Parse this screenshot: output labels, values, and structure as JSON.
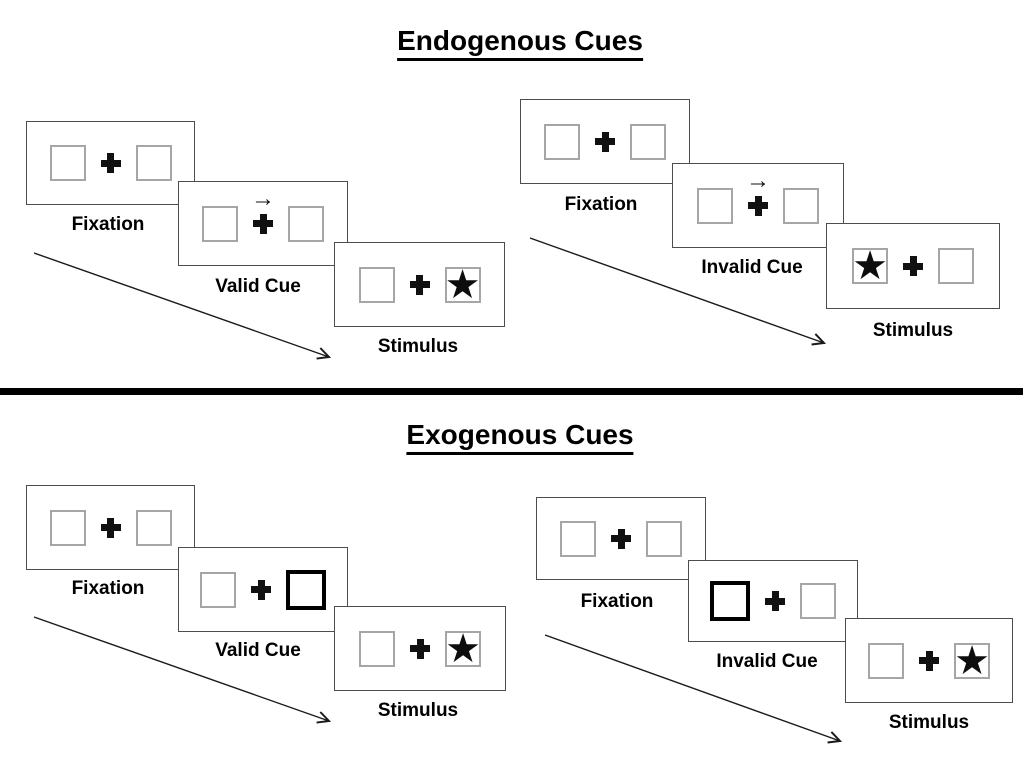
{
  "sections": [
    {
      "title": "Endogenous Cues",
      "trials": [
        {
          "type": "valid",
          "fixation_label": "Fixation",
          "cue_label": "Valid Cue",
          "stimulus_label": "Stimulus",
          "cue_kind": "central-arrow",
          "cue_direction": "right",
          "stimulus_star_side": "right"
        },
        {
          "type": "invalid",
          "fixation_label": "Fixation",
          "cue_label": "Invalid Cue",
          "stimulus_label": "Stimulus",
          "cue_kind": "central-arrow",
          "cue_direction": "right",
          "stimulus_star_side": "left"
        }
      ]
    },
    {
      "title": "Exogenous Cues",
      "trials": [
        {
          "type": "valid",
          "fixation_label": "Fixation",
          "cue_label": "Valid Cue",
          "stimulus_label": "Stimulus",
          "cue_kind": "peripheral-box-highlight",
          "cue_side": "right",
          "stimulus_star_side": "right"
        },
        {
          "type": "invalid",
          "fixation_label": "Fixation",
          "cue_label": "Invalid Cue",
          "stimulus_label": "Stimulus",
          "cue_kind": "peripheral-box-highlight",
          "cue_side": "left",
          "stimulus_star_side": "right"
        }
      ]
    }
  ],
  "glyphs": {
    "star": "★",
    "cue_arrow": "→"
  },
  "colors": {
    "background": "#ffffff",
    "box_border": "#4d4d4d",
    "placeholder_square_border": "#a6a6a6",
    "cue_square_border": "#000000",
    "text": "#000000",
    "divider": "#000000",
    "timeline_arrow": "#1a1a1a"
  }
}
